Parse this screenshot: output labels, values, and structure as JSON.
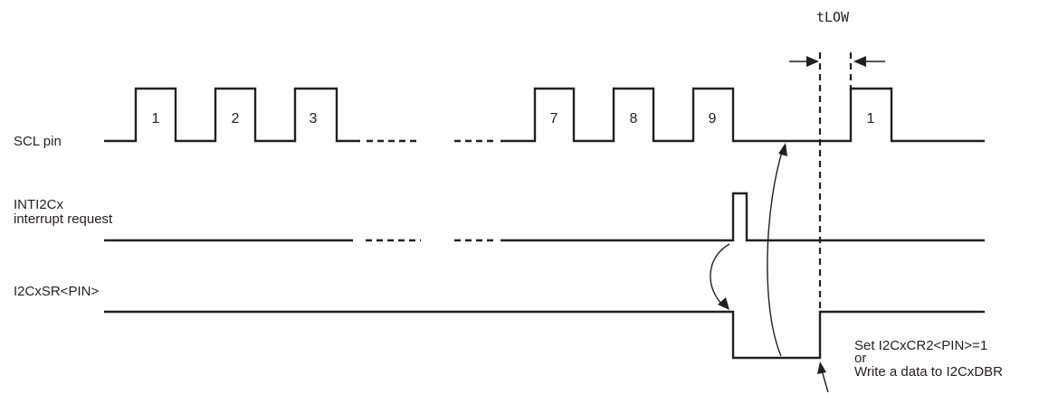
{
  "timing": {
    "tlow_label": "tLOW"
  },
  "signals": {
    "scl": "SCL pin",
    "inti2c_line1": "INTI2Cx",
    "inti2c_line2": "interrupt request",
    "pin": "I2CxSR<PIN>"
  },
  "pulses": [
    "1",
    "2",
    "3",
    "7",
    "8",
    "9",
    "1"
  ],
  "note": {
    "line1": "Set I2CxCR2<PIN>=1",
    "line2": "or",
    "line3": "Write a data to I2CxDBR"
  }
}
